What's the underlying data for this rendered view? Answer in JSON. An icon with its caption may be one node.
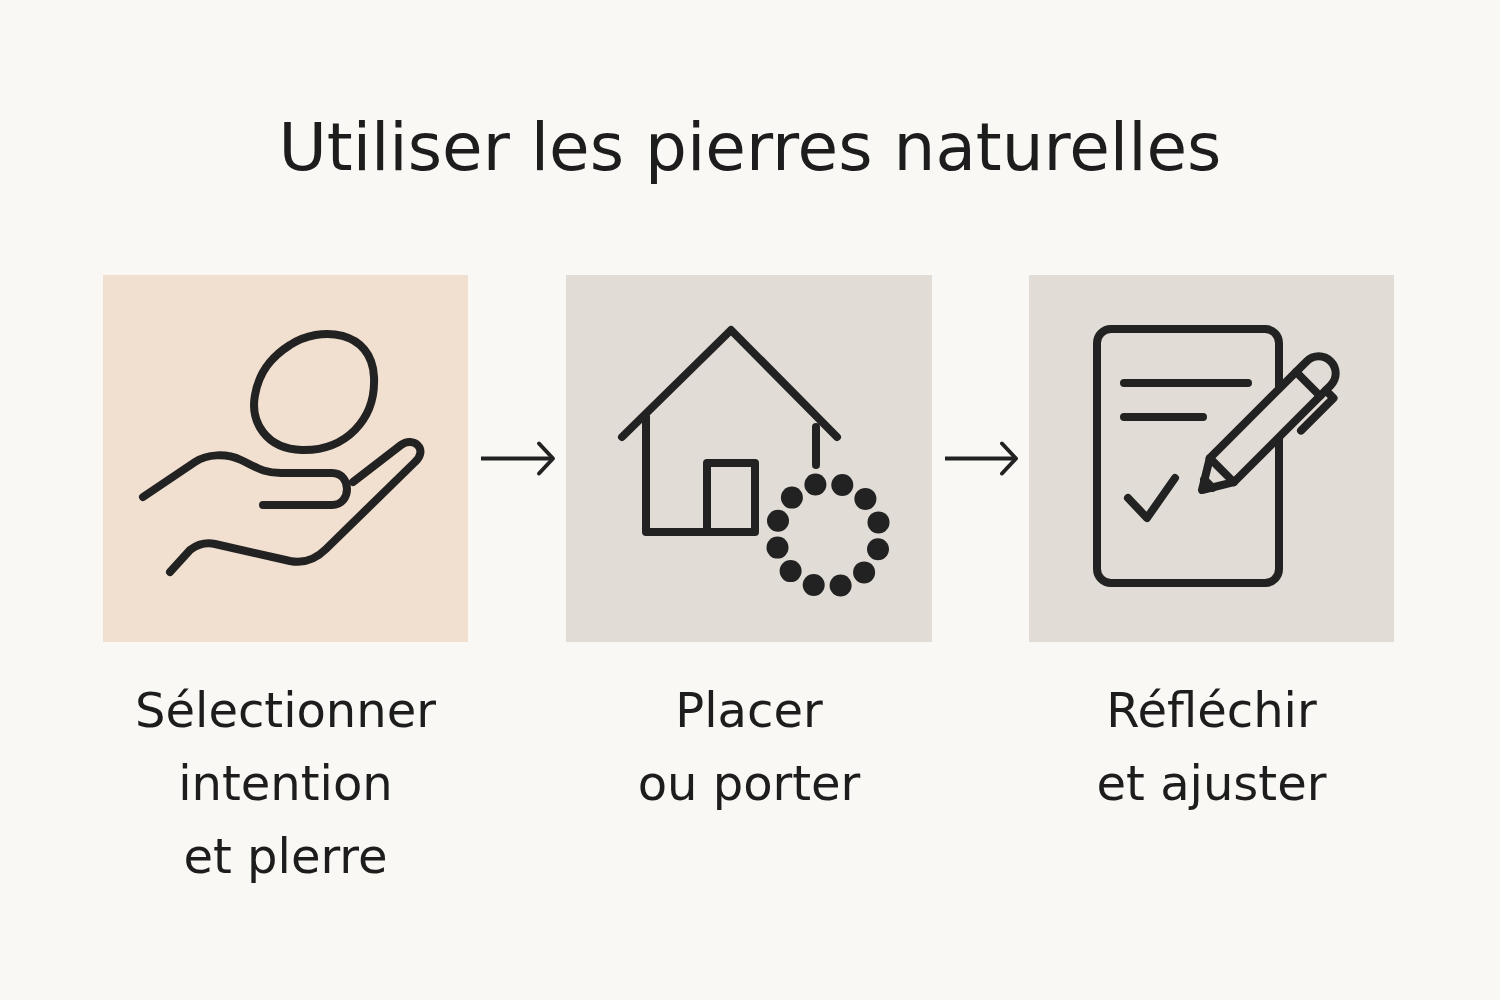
{
  "diagram": {
    "title": "Utiliser les pierres naturelles",
    "nodes": [
      {
        "text": [
          "Sélectionner intention et plerre"
        ]
      },
      {
        "text": [
          "Placer ou porter"
        ]
      },
      {
        "text": [
          "Réfléchir et ajuster"
        ]
      }
    ],
    "edges": [
      {
        "from": 0,
        "to": 1,
        "arrow": "to"
      },
      {
        "from": 1,
        "to": 2,
        "arrow": "to"
      }
    ]
  }
}
